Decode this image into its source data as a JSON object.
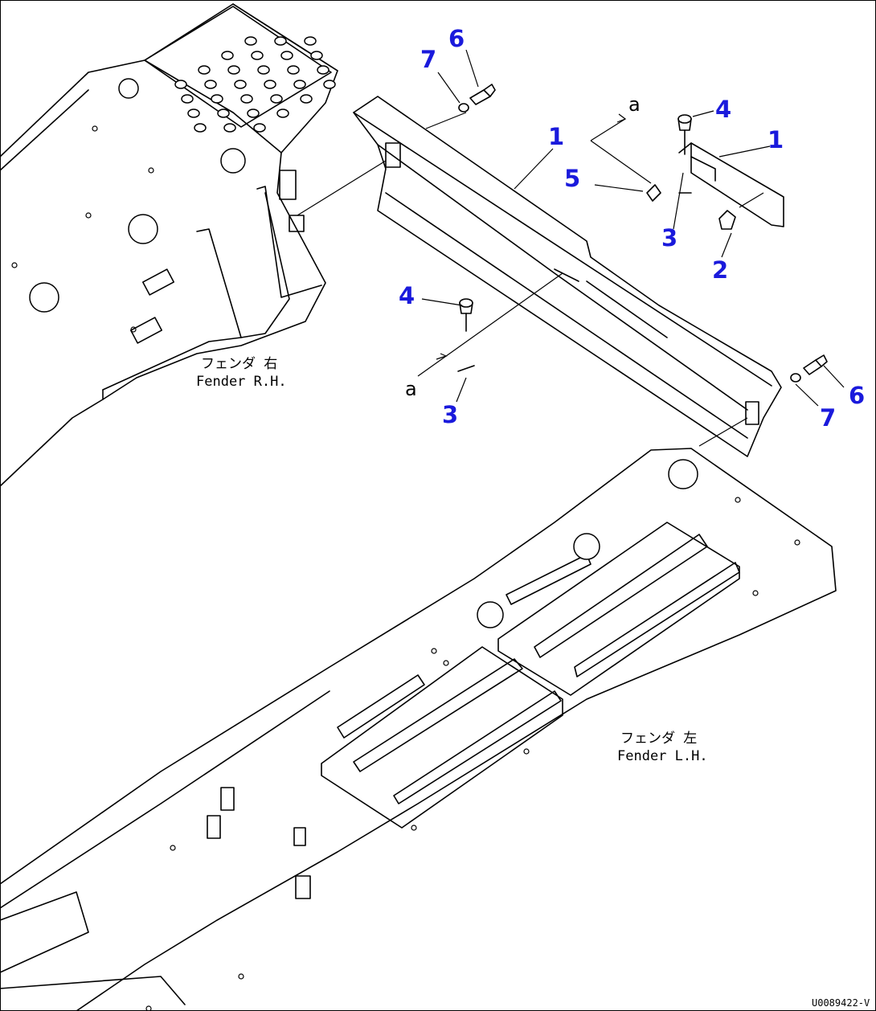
{
  "labels": {
    "fender_rh_jp": "フェンダ 右",
    "fender_rh_en": "Fender R.H.",
    "fender_lh_jp": "フェンダ 左",
    "fender_lh_en": "Fender L.H."
  },
  "callouts": {
    "c1a": "1",
    "c1b": "1",
    "c2": "2",
    "c3a": "3",
    "c3b": "3",
    "c4a": "4",
    "c4b": "4",
    "c5": "5",
    "c6a": "6",
    "c6b": "6",
    "c7a": "7",
    "c7b": "7"
  },
  "view_marks": {
    "a_top": "a",
    "a_left": "a"
  },
  "drawing_code": "U0089422-V",
  "colors": {
    "callout": "#1a1adc",
    "line": "#000000"
  }
}
